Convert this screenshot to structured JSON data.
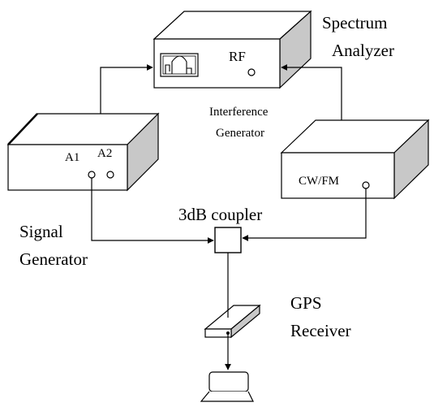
{
  "labels": {
    "spectrum_analyzer_line1": "Spectrum",
    "spectrum_analyzer_line2": "Analyzer",
    "rf_port": "RF",
    "interference_generator_line1": "Interference",
    "interference_generator_line2": "Generator",
    "cw_fm_port": "CW/FM",
    "port_a1": "A1",
    "port_a2": "A2",
    "coupler": "3dB coupler",
    "signal_generator_line1": "Signal",
    "signal_generator_line2": "Generator",
    "gps_receiver_line1": "GPS",
    "gps_receiver_line2": "Receiver"
  },
  "colors": {
    "stroke": "#000000",
    "shade": "#c8c8c8",
    "background": "#ffffff"
  }
}
